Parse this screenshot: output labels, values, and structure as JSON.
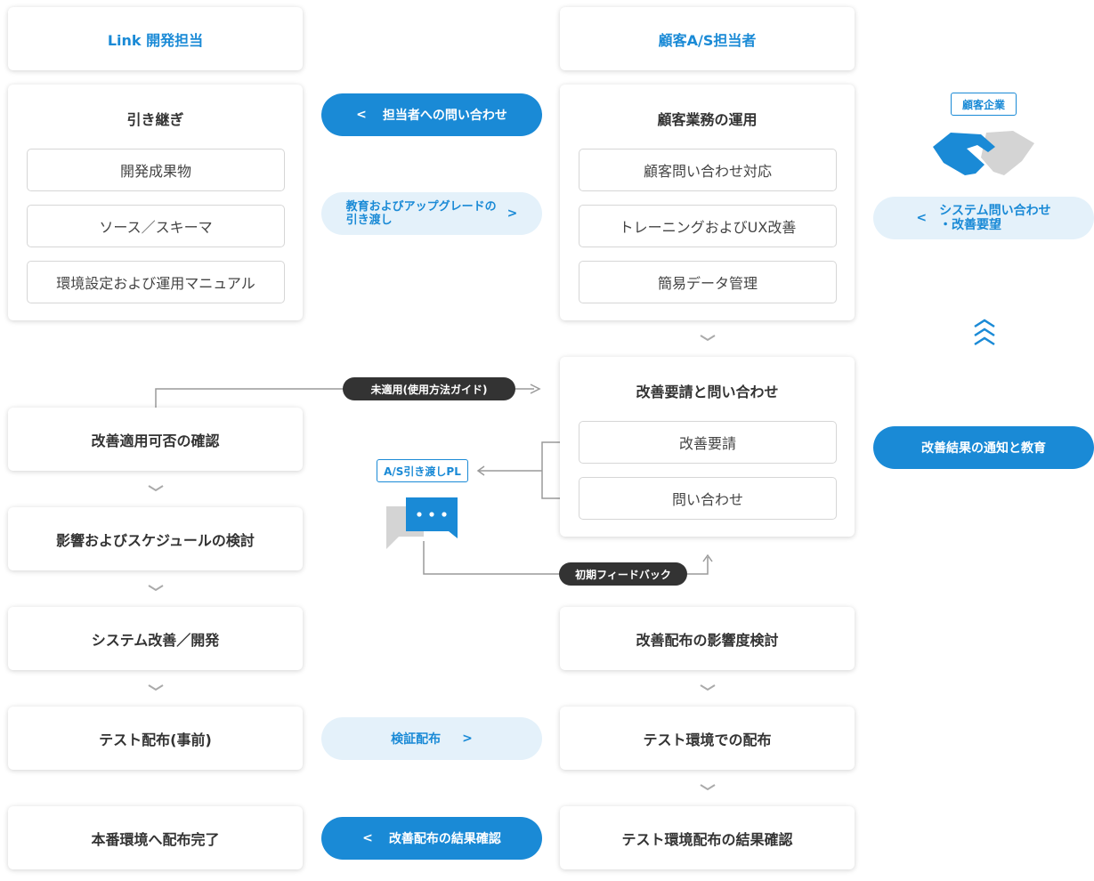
{
  "left": {
    "header": "Link 開発担当",
    "handover": {
      "title": "引き継ぎ",
      "items": [
        "開発成果物",
        "ソース／スキーマ",
        "環境設定および運用マニュアル"
      ]
    },
    "steps": [
      "改善適用可否の確認",
      "影響およびスケジュールの検討",
      "システム改善／開発",
      "テスト配布(事前)",
      "本番環境へ配布完了"
    ]
  },
  "middle": {
    "inquiry_pill": "担当者への問い合わせ",
    "education_pill_line1": "教育およびアップグレードの",
    "education_pill_line2": "引き渡し",
    "not_applied_tag": "未適用(使用方法ガイド)",
    "as_handover_tag": "A/S引き渡しPL",
    "feedback_tag": "初期フィードバック",
    "verify_pill": "検証配布",
    "result_pill": "改善配布の結果確認"
  },
  "right": {
    "header": "顧客A/S担当者",
    "operations": {
      "title": "顧客業務の運用",
      "items": [
        "顧客問い合わせ対応",
        "トレーニングおよびUX改善",
        "簡易データ管理"
      ]
    },
    "requests": {
      "title": "改善要請と問い合わせ",
      "items": [
        "改善要請",
        "問い合わせ"
      ]
    },
    "steps": [
      "改善配布の影響度検討",
      "テスト環境での配布",
      "テスト環境配布の結果確認"
    ]
  },
  "client": {
    "badge": "顧客企業",
    "inquiry_pill_line1": "システム問い合わせ",
    "inquiry_pill_line2": "・改善要望",
    "notify_pill": "改善結果の通知と教育"
  },
  "icons": [
    "handshake-icon",
    "chat-bubble-icon",
    "double-chevron-up-icon",
    "chevron-down-icon",
    "chevron-left-icon",
    "chevron-right-icon"
  ],
  "colors": {
    "accent": "#1a8ad6",
    "accent_light": "#e4f1fa",
    "dark_tag": "#333333",
    "connector": "#9a9a9a"
  }
}
